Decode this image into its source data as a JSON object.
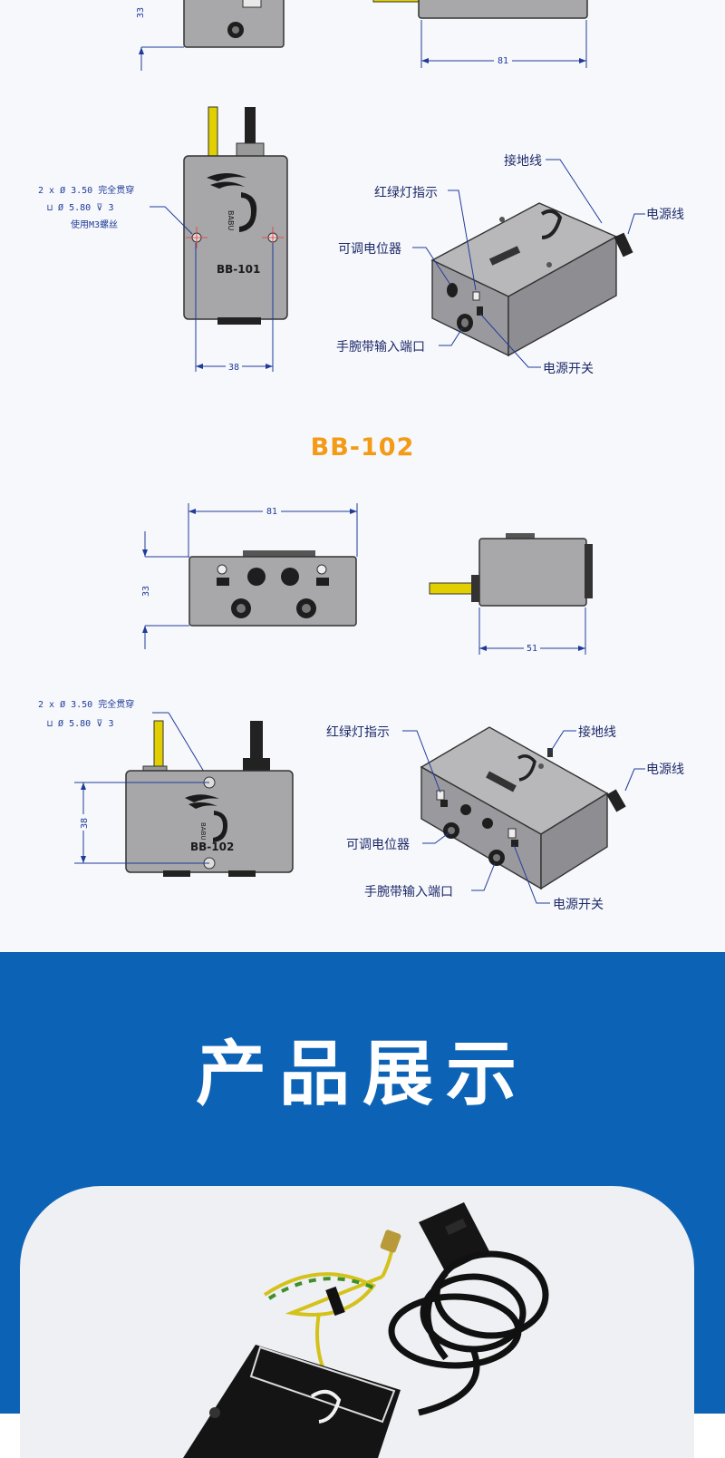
{
  "dims": {
    "d33": "33",
    "d81": "81",
    "d38": "38",
    "d51": "51",
    "hole_line1": "2 x Ø 3.50 完全贯穿",
    "hole_line2": "⊔ Ø 5.80 ⊽ 3",
    "hole_line3": "使用M3螺丝"
  },
  "labels": {
    "ground": "接地线",
    "led": "红绿灯指示",
    "pot": "可调电位器",
    "power_cord": "电源线",
    "wrist_port": "手腕带输入端口",
    "power_switch": "电源开关"
  },
  "devices": {
    "bb101": "BB-101",
    "bb102": "BB-102",
    "brand": "BABU"
  },
  "model_heading": "BB-102",
  "section_title": "产品展示",
  "colors": {
    "accent_orange": "#f39a16",
    "section_blue": "#0c63b5",
    "dim_blue": "#1f3b9a"
  }
}
